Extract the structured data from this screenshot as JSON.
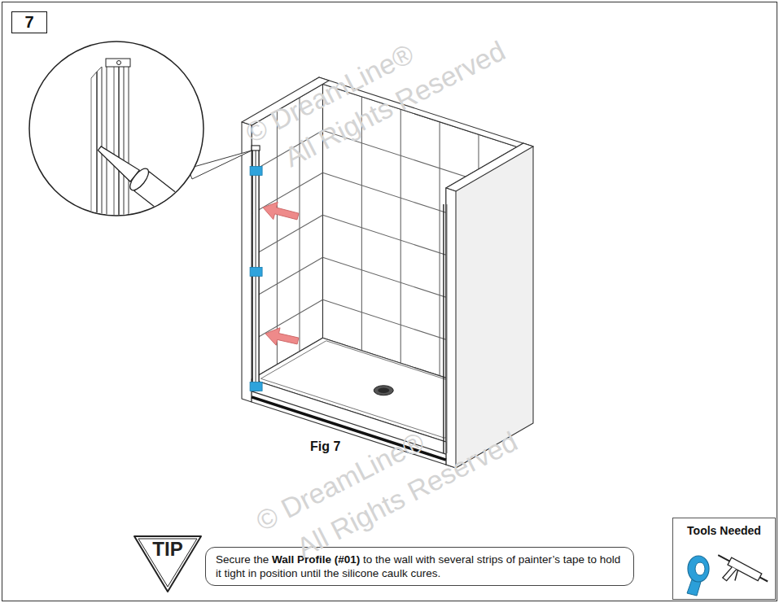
{
  "diagram": {
    "caption": "Fig 7",
    "nodes": [
      {
        "text": [
          "7"
        ]
      },
      {
        "text": [
          "TIP"
        ]
      },
      {
        "text": [
          "Secure the",
          "Wall Profile (#01)",
          "to the wall with several strips of painter’s tape to hold it tight in position until the silicone caulk cures."
        ]
      },
      {
        "text": [
          "Tools Needed"
        ]
      }
    ],
    "labels": [
      "© DreamLine®",
      "All Rights Reserved",
      "© DreamLine®",
      "All Rights Reserved"
    ]
  }
}
